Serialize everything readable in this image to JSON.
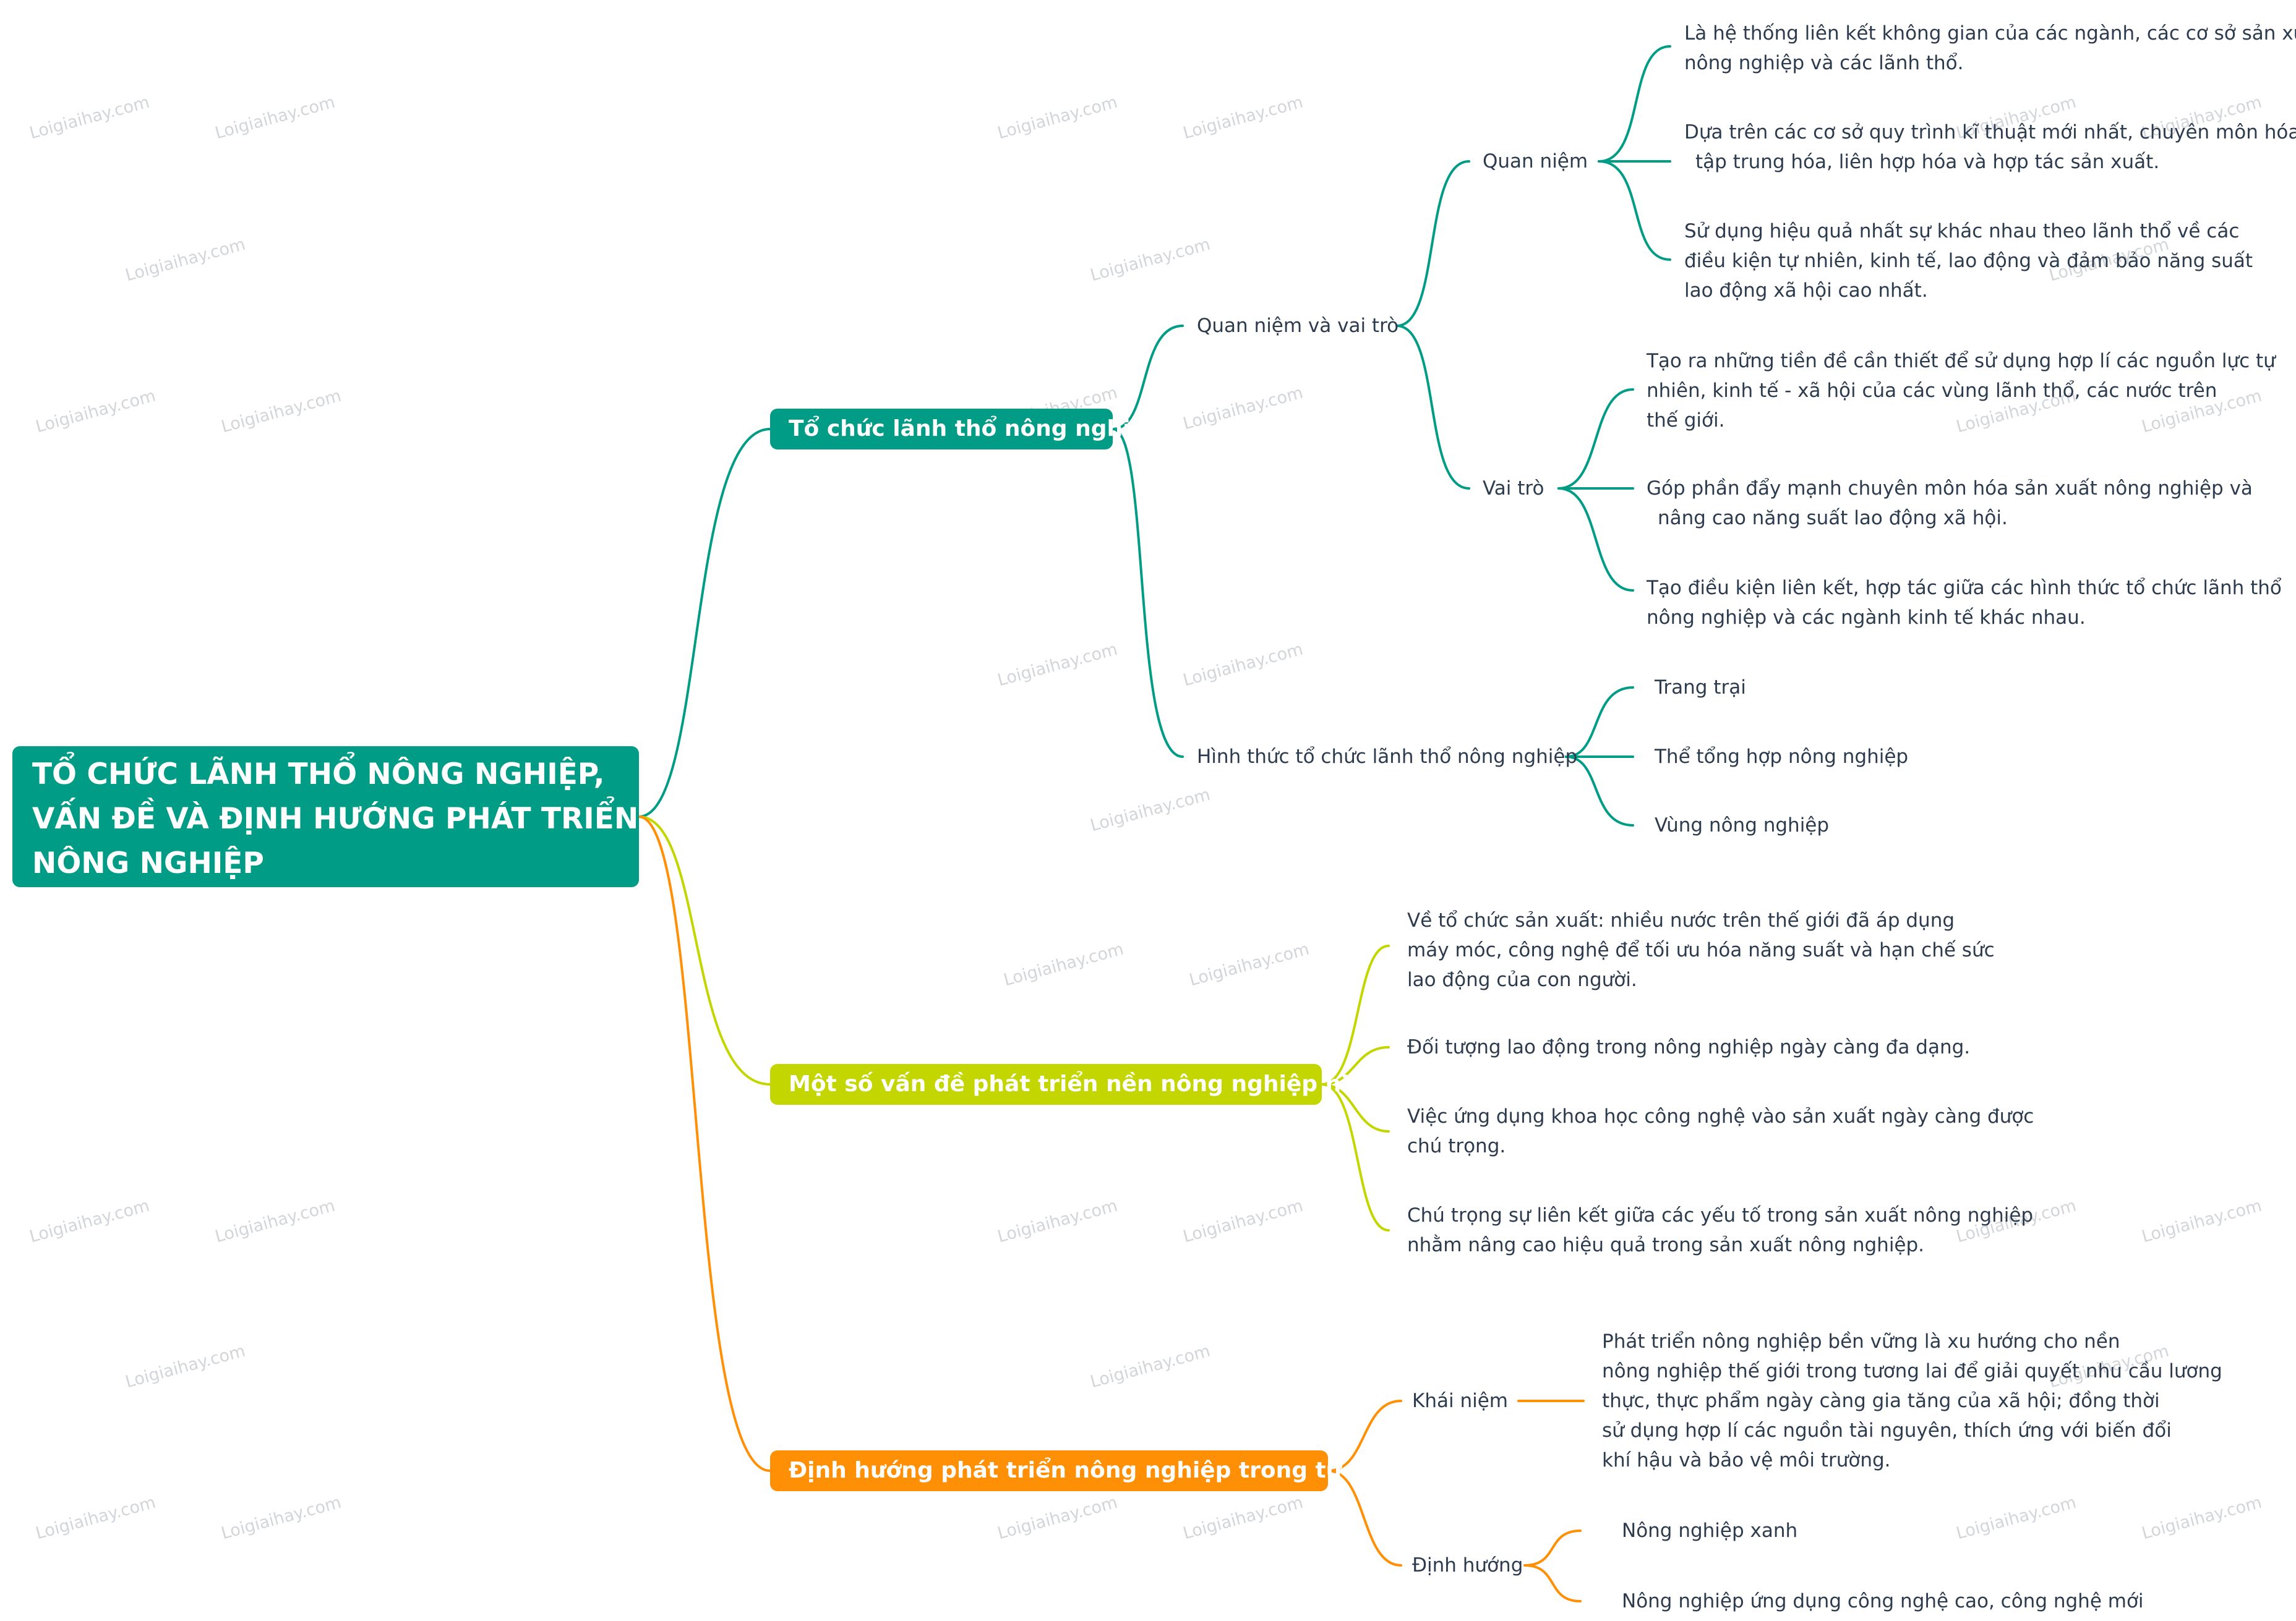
{
  "root": {
    "lines": [
      "TỔ CHỨC LÃNH THỔ NÔNG NGHIỆP,",
      "VẤN ĐỀ VÀ ĐỊNH HƯỚNG PHÁT TRIỂN",
      "NÔNG NGHIỆP"
    ]
  },
  "branches": {
    "b1": {
      "title": "Tổ chức lãnh thổ nông nghiệp",
      "quan_niem_va_vai_tro": "Quan niệm và vai trò",
      "quan_niem": "Quan niệm",
      "quan_niem_items": [
        [
          "Là hệ thống liên kết không gian của các ngành, các cơ sở sản xuất",
          "nông nghiệp và các lãnh thổ."
        ],
        [
          "Dựa trên các cơ sở quy trình kĩ thuật mới nhất, chuyên môn hóa,",
          "tập trung hóa, liên hợp hóa và hợp tác sản xuất."
        ],
        [
          "Sử dụng hiệu quả nhất sự khác nhau theo lãnh thổ về các",
          "điều kiện tự nhiên, kinh tế, lao động và đảm bảo năng suất",
          "lao động xã hội cao nhất."
        ]
      ],
      "vai_tro": "Vai trò",
      "vai_tro_items": [
        [
          "Tạo ra những tiền đề cần thiết để sử dụng hợp lí các nguồn lực tự",
          "nhiên, kinh tế - xã hội của các vùng lãnh thổ, các nước trên",
          "thế giới."
        ],
        [
          "Góp phần đẩy mạnh chuyên môn hóa sản xuất nông nghiệp và",
          "nâng cao năng suất lao động xã hội."
        ],
        [
          "Tạo điều kiện liên kết, hợp tác giữa các hình thức tổ chức lãnh thổ",
          "nông nghiệp và các ngành kinh tế khác nhau."
        ]
      ],
      "hinh_thuc": "Hình thức tổ chức lãnh thổ nông nghiệp",
      "hinh_thuc_items": [
        "Trang trại",
        "Thể tổng hợp nông nghiệp",
        "Vùng nông nghiệp"
      ]
    },
    "b2": {
      "title": "Một số vấn đề phát triển nền nông nghiệp hiện đại",
      "items": [
        [
          "Về tổ chức sản xuất: nhiều nước trên thế giới đã áp dụng",
          "máy móc, công nghệ để tối ưu hóa năng suất và hạn chế sức",
          "lao động của con người."
        ],
        [
          "Đối tượng lao động trong nông nghiệp ngày càng đa dạng."
        ],
        [
          "Việc ứng dụng khoa học công nghệ vào sản xuất ngày càng được",
          "chú trọng."
        ],
        [
          "Chú trọng sự liên kết giữa các yếu tố trong sản xuất nông nghiệp",
          "nhằm nâng cao hiệu quả trong sản xuất nông nghiệp."
        ]
      ]
    },
    "b3": {
      "title": "Định hướng phát triển nông nghiệp trong tương lai",
      "khai_niem": "Khái niệm",
      "khai_niem_text": [
        "Phát triển nông nghiệp bền vững là xu hướng cho nền",
        "nông nghiệp thế giới trong tương lai để giải quyết nhu cầu lương",
        "thực, thực phẩm ngày càng gia tăng của xã hội; đồng thời",
        "sử dụng hợp lí các nguồn tài nguyên, thích ứng với biến đổi",
        "khí hậu và bảo vệ môi trường."
      ],
      "dinh_huong": "Định hướng",
      "dinh_huong_items": [
        "Nông nghiệp xanh",
        "Nông nghiệp ứng dụng công nghệ cao, công nghệ mới"
      ]
    }
  },
  "colors": {
    "teal": "#009c86",
    "lime": "#c3d600",
    "orange": "#ff8f05",
    "text": "#2d3b4e",
    "watermark": "#d2d5da"
  },
  "watermark": "Loigiaihay.com"
}
